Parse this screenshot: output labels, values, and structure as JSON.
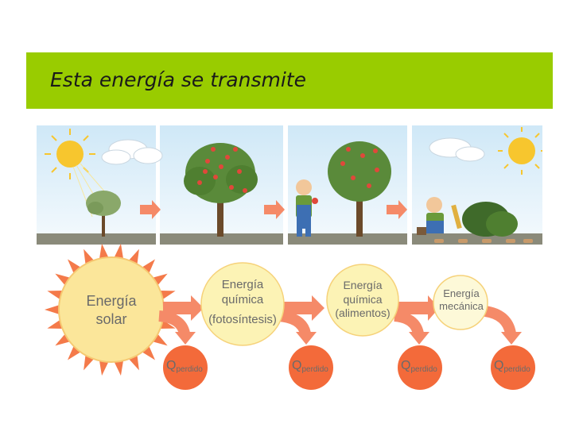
{
  "title": "Esta energía se transmite",
  "colors": {
    "title_bar": "#99cc00",
    "sun_core": "#fbe69a",
    "sun_rays": "#f47a4a",
    "chemical_circle": "#fcf3b5",
    "mechanical_circle": "#fdf9d8",
    "heat_loss": "#f36a3a",
    "arrow": "#f58a68"
  },
  "stages": [
    {
      "line1": "Energía",
      "line2": "solar"
    },
    {
      "line1": "Energía",
      "line2": "química",
      "line3": "(fotosíntesis)"
    },
    {
      "line1": "Energía",
      "line2": "química",
      "line3": "(alimentos)"
    },
    {
      "line1": "Energía",
      "line2": "mecánica"
    }
  ],
  "losses": [
    {
      "symbol": "Q",
      "subscript": "perdido"
    },
    {
      "symbol": "Q",
      "subscript": "perdido"
    },
    {
      "symbol": "Q",
      "subscript": "perdido"
    },
    {
      "symbol": "Q",
      "subscript": "perdido"
    }
  ],
  "scene_panels": [
    {
      "icon": "sun-and-small-tree"
    },
    {
      "icon": "fruit-tree"
    },
    {
      "icon": "farmer-eating-fruit"
    },
    {
      "icon": "farmer-with-wood-and-sun"
    }
  ]
}
